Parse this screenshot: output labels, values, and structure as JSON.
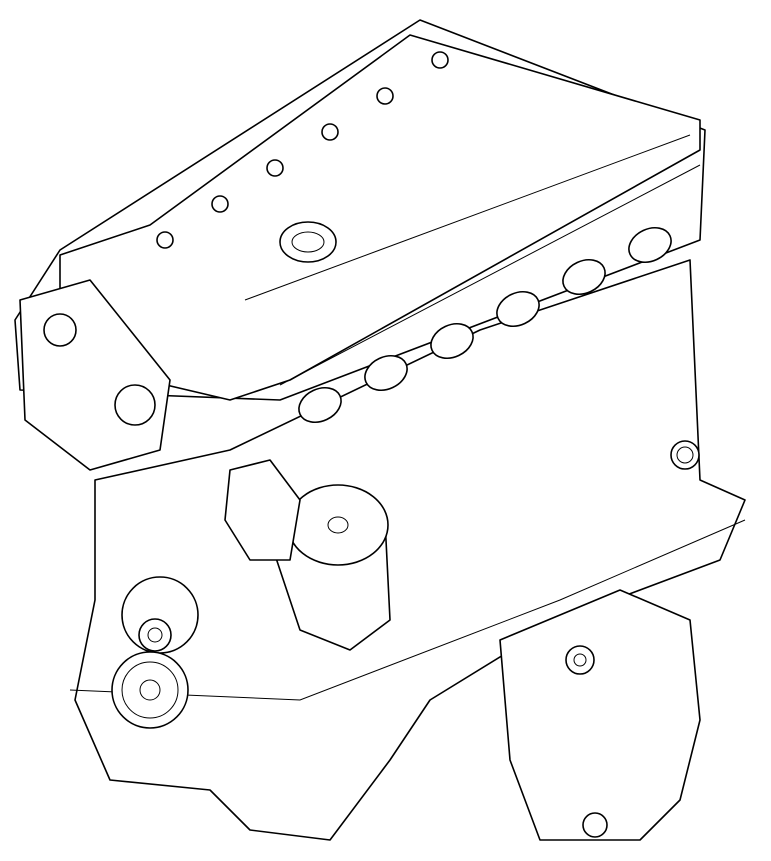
{
  "illustration": {
    "subject": "engine-assembly",
    "colors": {
      "line": "#000000",
      "background": "#ffffff"
    },
    "intake_ports": 6,
    "cam_cover_bolts": 6
  }
}
